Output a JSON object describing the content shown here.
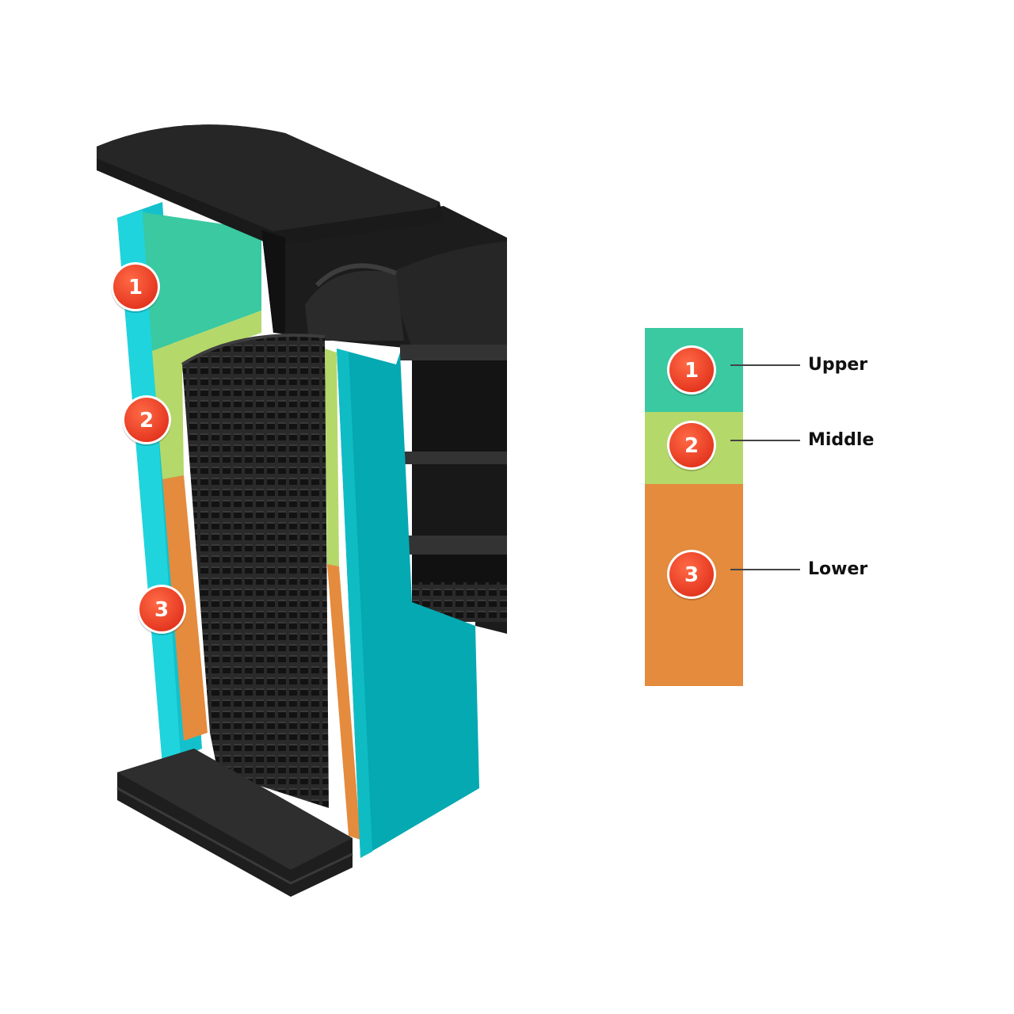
{
  "colors": {
    "upper": "#3ac9a0",
    "middle": "#b4d86a",
    "lower": "#e48b3e",
    "wall_cyan": "#14c0cc",
    "wall_teal": "#05a9b2",
    "badge": "#ee3b24",
    "structure": "#222222"
  },
  "zones": [
    {
      "id": "upper",
      "number": "1",
      "label": "Upper",
      "color": "#3ac9a0"
    },
    {
      "id": "middle",
      "number": "2",
      "label": "Middle",
      "color": "#b4d86a"
    },
    {
      "id": "lower",
      "number": "3",
      "label": "Lower",
      "color": "#e48b3e"
    }
  ]
}
